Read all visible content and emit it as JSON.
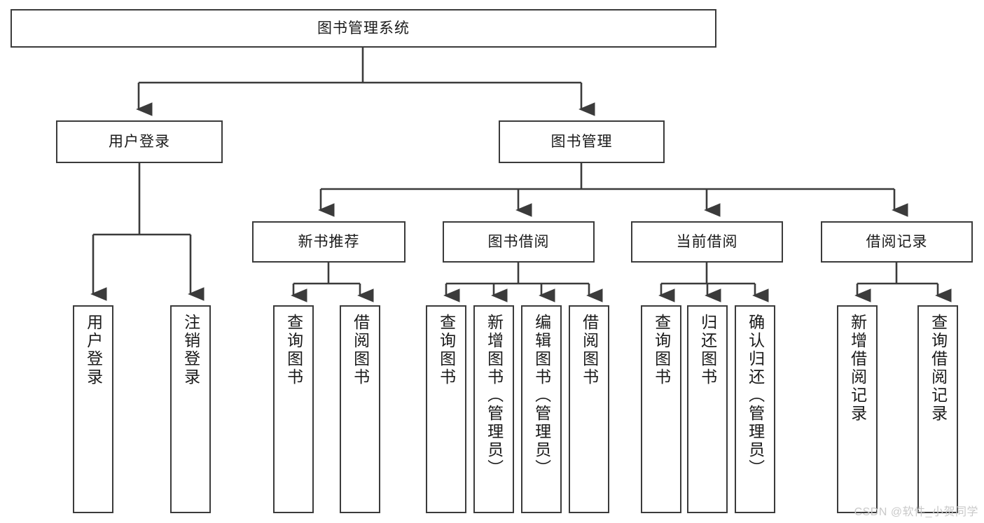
{
  "diagram": {
    "title": "图书管理系统",
    "type": "tree",
    "root": {
      "id": "root",
      "label": "图书管理系统",
      "orientation": "horizontal"
    },
    "level2": [
      {
        "id": "user-login",
        "label": "用户登录",
        "orientation": "horizontal"
      },
      {
        "id": "book-manage",
        "label": "图书管理",
        "orientation": "horizontal"
      }
    ],
    "level3": [
      {
        "id": "new-book-recommend",
        "label": "新书推荐",
        "orientation": "horizontal",
        "parent": "book-manage"
      },
      {
        "id": "book-borrow",
        "label": "图书借阅",
        "orientation": "horizontal",
        "parent": "book-manage"
      },
      {
        "id": "current-borrow",
        "label": "当前借阅",
        "orientation": "horizontal",
        "parent": "book-manage"
      },
      {
        "id": "borrow-record",
        "label": "借阅记录",
        "orientation": "horizontal",
        "parent": "book-manage"
      }
    ],
    "leaves": [
      {
        "id": "leaf-user-login",
        "label": "用户登录",
        "parent": "user-login"
      },
      {
        "id": "leaf-logout",
        "label": "注销登录",
        "parent": "user-login"
      },
      {
        "id": "leaf-query-book-1",
        "label": "查询图书",
        "parent": "new-book-recommend"
      },
      {
        "id": "leaf-borrow-book-1",
        "label": "借阅图书",
        "parent": "new-book-recommend"
      },
      {
        "id": "leaf-query-book-2",
        "label": "查询图书",
        "parent": "book-borrow"
      },
      {
        "id": "leaf-add-book",
        "label": "新增图书（管理员）",
        "parent": "book-borrow"
      },
      {
        "id": "leaf-edit-book",
        "label": "编辑图书（管理员）",
        "parent": "book-borrow"
      },
      {
        "id": "leaf-borrow-book-2",
        "label": "借阅图书",
        "parent": "book-borrow"
      },
      {
        "id": "leaf-query-book-3",
        "label": "查询图书",
        "parent": "current-borrow"
      },
      {
        "id": "leaf-return-book",
        "label": "归还图书",
        "parent": "current-borrow"
      },
      {
        "id": "leaf-confirm-return",
        "label": "确认归还（管理员）",
        "parent": "current-borrow"
      },
      {
        "id": "leaf-add-record",
        "label": "新增借阅记录",
        "parent": "borrow-record"
      },
      {
        "id": "leaf-query-record",
        "label": "查询借阅记录",
        "parent": "borrow-record"
      }
    ]
  },
  "watermark": {
    "text": "CSDN @软件_小贺同学"
  },
  "colors": {
    "border": "#3b3b3b",
    "background": "#ffffff",
    "text": "#1a1a1a",
    "watermark": "#c9c9c9"
  }
}
